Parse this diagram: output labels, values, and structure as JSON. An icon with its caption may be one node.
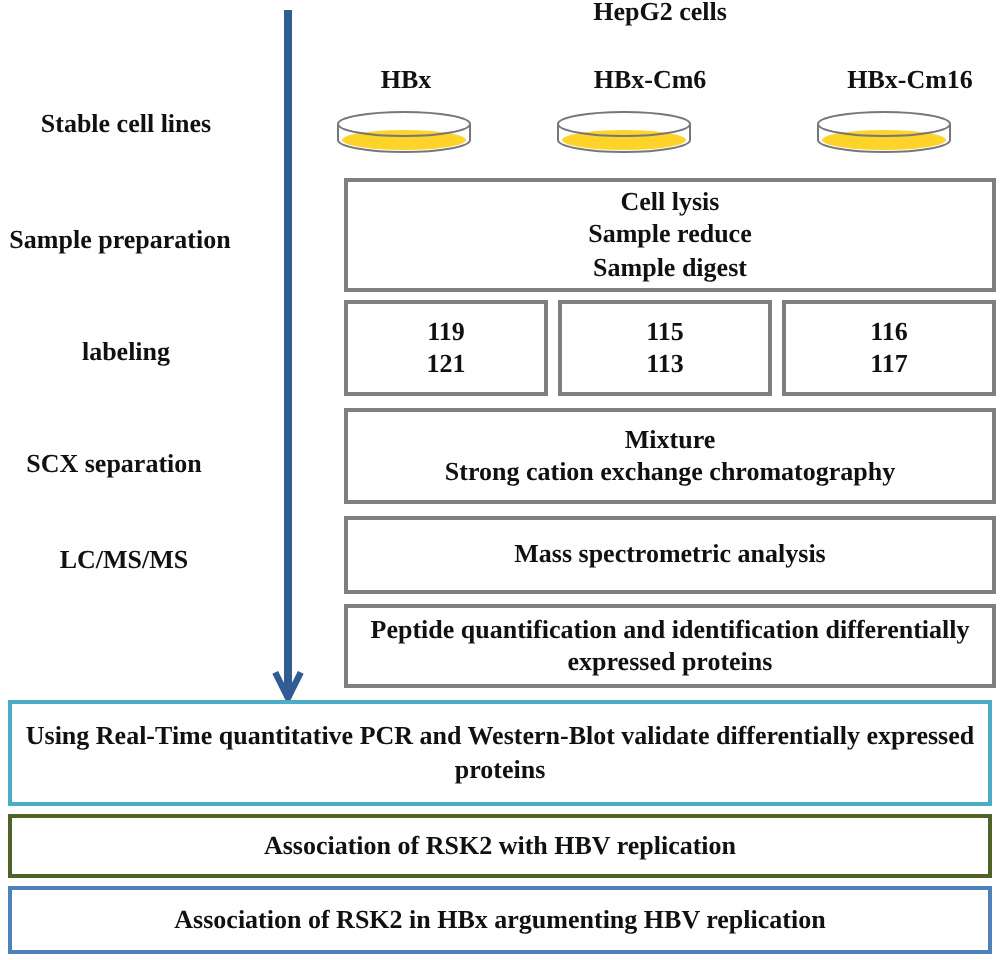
{
  "diagram": {
    "nodes": [
      {
        "text": [
          "Cell lysis",
          "Sample reduce",
          "Sample digest"
        ]
      },
      {
        "text": [
          "119",
          "121"
        ]
      },
      {
        "text": [
          "115",
          "113"
        ]
      },
      {
        "text": [
          "116",
          "117"
        ]
      },
      {
        "text": [
          "Mixture",
          "Strong cation exchange chromatography"
        ]
      },
      {
        "text": [
          "Mass spectrometric analysis"
        ]
      },
      {
        "text": [
          "Peptide quantification and identification differentially expressed proteins"
        ]
      },
      {
        "text": [
          "Using Real-Time  quantitative PCR and Western-Blot validate differentially expressed proteins"
        ]
      },
      {
        "text": [
          "Association of RSK2 with  HBV replication"
        ]
      },
      {
        "text": [
          "Association of RSK2 in HBx argumenting HBV replication"
        ]
      }
    ],
    "edges": [
      {
        "from": null,
        "to": 7,
        "arrow": "to"
      }
    ],
    "labels": [
      "HepG2  cells",
      "HBx",
      "HBx-Cm6",
      "HBx-Cm16",
      "Stable cell lines",
      "Sample preparation",
      "labeling",
      "SCX  separation",
      "LC/MS/MS"
    ]
  }
}
